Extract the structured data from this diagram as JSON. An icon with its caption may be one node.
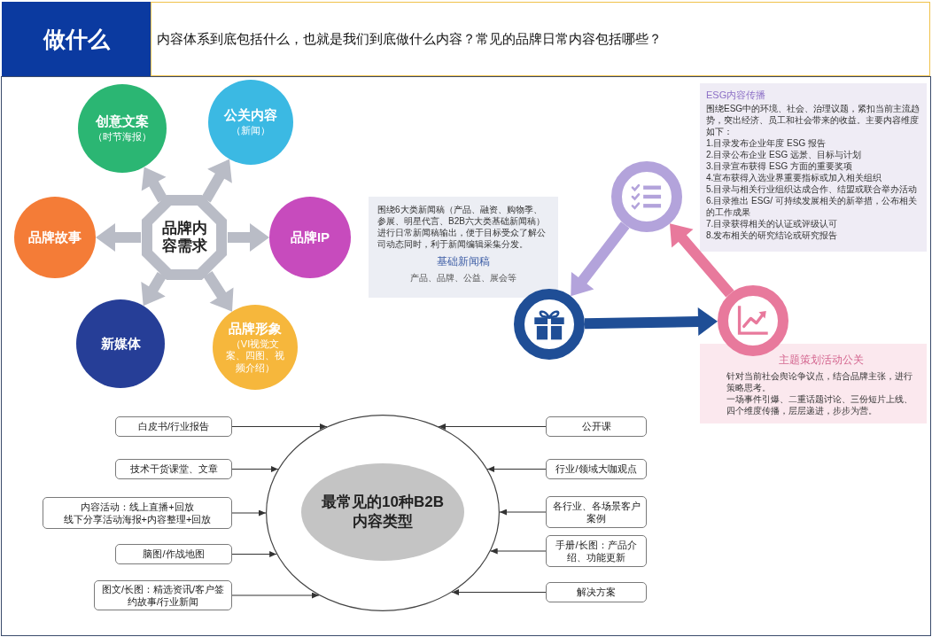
{
  "diagram": {
    "title": "做什么",
    "nodes": [
      {
        "text": [
          "内容体系到底包括什么，也就是我们到底做什么内容？常见的品牌日常内容包括哪些？"
        ]
      },
      {
        "text": [
          "创意文案",
          "（时节海报）"
        ]
      },
      {
        "text": [
          "公关内容",
          "（新闻）"
        ]
      },
      {
        "text": [
          "品牌故事"
        ]
      },
      {
        "text": [
          "品牌内容需求"
        ]
      },
      {
        "text": [
          "品牌IP"
        ]
      },
      {
        "text": [
          "新媒体"
        ]
      },
      {
        "text": [
          "品牌形象",
          "（VI视觉文案、四图、视频介绍）"
        ]
      },
      {
        "text": [
          "ESG内容传播",
          "围绕ESG中的环境、社会、治理议题，紧扣当前主流趋势，突出经济、员工和社会带来的收益。主要内容维度如下：",
          "1.目录发布企业年度 ESG 报告",
          "2.目录公布企业 ESG 远景、目标与计划",
          "3.目录宣布获得 ESG 方面的重要奖项",
          "4.宣布获得入选业界重要指标或加入相关组织",
          "5.目录与相关行业组织达成合作、结盟或联合举办活动",
          "6.目录推出 ESG/ 可持续发展相关的新举措，公布相关的工作成果",
          "7.目录获得相关的认证或评级认可",
          "8.发布相关的研究结论或研究报告"
        ]
      },
      {
        "text": [],
        "shape": "circle"
      },
      {
        "text": [
          "围绕6大类新闻稿（产品、融资、购物季、参展、明星代言、B2B六大类基础新闻稿）进行日常新闻稿输出，便于目标受众了解公司动态同时，利于新闻编辑采集分发。",
          "基础新闻稿",
          "产品、品牌、公益、展会等"
        ]
      },
      {
        "text": [],
        "shape": "circle"
      },
      {
        "text": [],
        "shape": "circle"
      },
      {
        "text": [
          "主题策划活动公关",
          "针对当前社会舆论争议点，结合品牌主张，进行策略思考。",
          "一场事件引爆、二重话题讨论、三份短片上线、四个维度传播，层层递进，步步为营。"
        ]
      },
      {
        "text": [
          "白皮书/行业报告"
        ]
      },
      {
        "text": [
          "公开课"
        ]
      },
      {
        "text": [],
        "shape": "ellipse"
      },
      {
        "text": [
          "最常见的10种B2B内容类型"
        ],
        "in": 16
      },
      {
        "text": [
          "技术干货课堂、文章"
        ]
      },
      {
        "text": [
          "行业/领域大咖观点"
        ]
      },
      {
        "text": [
          "内容活动：线上直播+回放",
          "线下分享活动海报+内容整理+回放"
        ]
      },
      {
        "text": [
          "各行业、各场景客户案例"
        ]
      },
      {
        "text": [
          "脑图/作战地图"
        ]
      },
      {
        "text": [
          "手册/长图：产品介绍、功能更新"
        ]
      },
      {
        "text": [
          "图文/长图：精选资讯/客户签约故事/行业新闻"
        ]
      },
      {
        "text": [
          "解决方案"
        ]
      }
    ],
    "edges": [
      {
        "from": 4,
        "to": 1,
        "arrow": "to",
        "style": "thick",
        "color": "#b9bcc6"
      },
      {
        "from": 4,
        "to": 2,
        "arrow": "to",
        "style": "thick",
        "color": "#b9bcc6"
      },
      {
        "from": 4,
        "to": 3,
        "arrow": "to",
        "style": "thick",
        "color": "#b9bcc6"
      },
      {
        "from": 4,
        "to": 5,
        "arrow": "to",
        "style": "thick",
        "color": "#b9bcc6"
      },
      {
        "from": 4,
        "to": 6,
        "arrow": "to",
        "style": "thick",
        "color": "#b9bcc6"
      },
      {
        "from": 4,
        "to": 7,
        "arrow": "to",
        "style": "thick",
        "color": "#b9bcc6"
      },
      {
        "from": 11,
        "to": 12,
        "arrow": "to",
        "style": "thick",
        "color": "#1f4e96"
      },
      {
        "from": 12,
        "to": 9,
        "arrow": "to",
        "style": "thick",
        "color": "#e8799c"
      },
      {
        "from": 9,
        "to": 11,
        "arrow": "to",
        "style": "thick",
        "color": "#b3a3db"
      },
      {
        "from": 14,
        "to": 16,
        "arrow": "to"
      },
      {
        "from": 18,
        "to": 16,
        "arrow": "to"
      },
      {
        "from": 20,
        "to": 16,
        "arrow": "to"
      },
      {
        "from": 22,
        "to": 16,
        "arrow": "to"
      },
      {
        "from": 24,
        "to": 16,
        "arrow": "to"
      },
      {
        "from": 15,
        "to": 16,
        "arrow": "to"
      },
      {
        "from": 19,
        "to": 16,
        "arrow": "to"
      },
      {
        "from": 21,
        "to": 16,
        "arrow": "to"
      },
      {
        "from": 23,
        "to": 16,
        "arrow": "to"
      },
      {
        "from": 25,
        "to": 16,
        "arrow": "to"
      }
    ]
  }
}
